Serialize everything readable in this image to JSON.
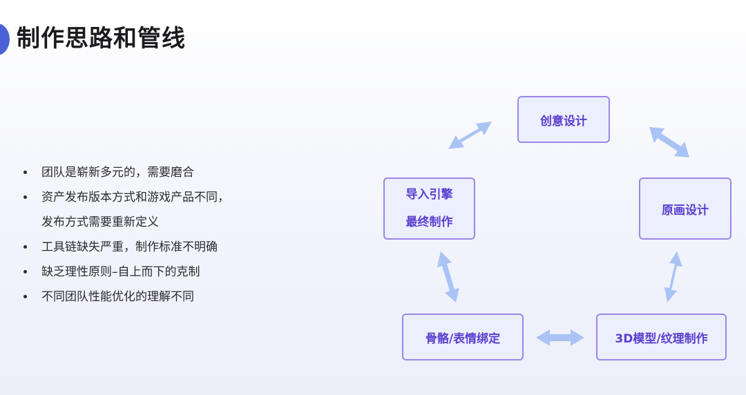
{
  "title": "制作思路和管线",
  "bullets": [
    {
      "lines": [
        "团队是崭新多元的，需要磨合"
      ]
    },
    {
      "lines": [
        "资产发布版本方式和游戏产品不同，",
        "发布方式需要重新定义"
      ]
    },
    {
      "lines": [
        "工具链缺失严重，制作标准不明确"
      ]
    },
    {
      "lines": [
        "缺乏理性原则–自上而下的克制"
      ]
    },
    {
      "lines": [
        "不同团队性能优化的理解不同"
      ]
    }
  ],
  "diagram": {
    "nodes": {
      "creative_design": "创意设计",
      "concept_art": "原画设计",
      "modeling_texturing": "3D模型/纹理制作",
      "rigging": "骨骼/表情绑定",
      "engine_import_line1": "导入引擎",
      "engine_import_line2": "最终制作"
    },
    "colors": {
      "node_fill": "#eceffd",
      "node_border": "#9a87e6",
      "node_text": "#5a3fd0",
      "arrow": "#a9c3f4"
    }
  }
}
